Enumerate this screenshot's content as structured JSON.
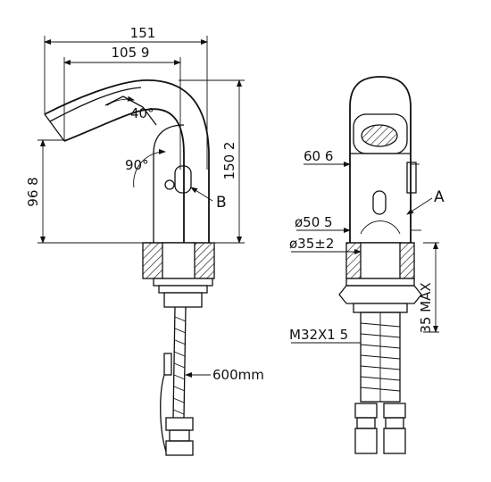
{
  "side_view": {
    "overall_width": "151",
    "reach": "105 9",
    "spout_angle": "40°",
    "sensor_angle": "90°",
    "base_height": "96 8",
    "overall_height": "150 2",
    "callout_b": "B",
    "hose_length": "600mm"
  },
  "front_view": {
    "body_width": "60 6",
    "base_diameter": "ø50 5",
    "hole_diameter": "ø35±2",
    "callout_a": "A",
    "thread": "M32X1 5",
    "max_deck": "35 MAX"
  }
}
